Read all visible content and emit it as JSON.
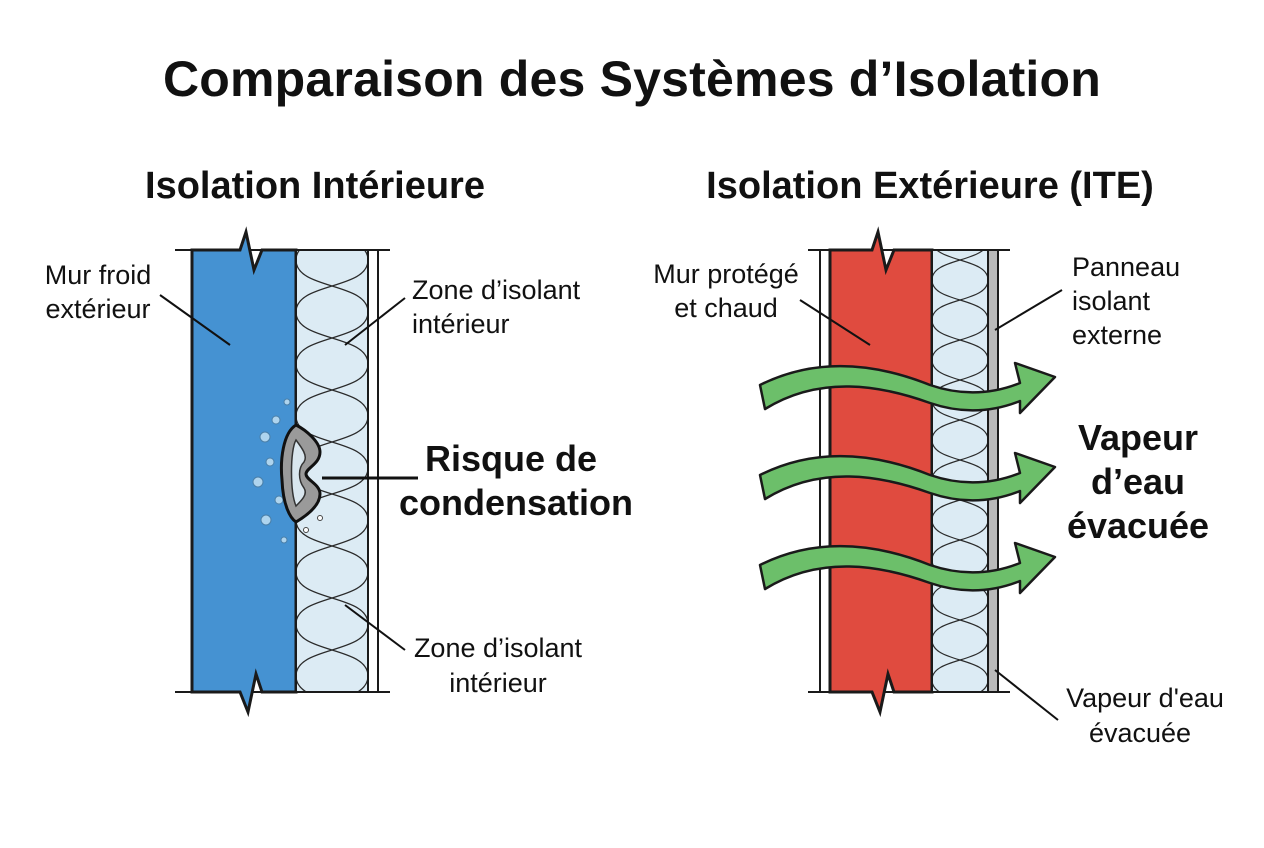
{
  "title": "Comparaison des Systèmes d’Isolation",
  "colors": {
    "cold_wall": "#4592d2",
    "warm_wall": "#e04b3f",
    "insulation": "#dcebf4",
    "vapor_arrow": "#6cbf6a",
    "outline": "#1a1a1a"
  },
  "left_panel": {
    "title": "Isolation Intérieure",
    "labels": {
      "cold_wall": [
        "Mur froid",
        "extérieur"
      ],
      "insulation_top": [
        "Zone d’isolant",
        "intérieur"
      ],
      "condensation": [
        "Risque de",
        "condensation"
      ],
      "insulation_bottom": [
        "Zone d’isolant",
        "intérieur"
      ]
    }
  },
  "right_panel": {
    "title": "Isolation Extérieure (ITE)",
    "labels": {
      "warm_wall": [
        "Mur protégé",
        "et chaud"
      ],
      "panel": [
        "Panneau",
        "isolant",
        "externe"
      ],
      "vapor_main": [
        "Vapeur",
        "d’eau",
        "évacuée"
      ],
      "vapor_bottom": [
        "Vapeur d'eau",
        "évacuée"
      ]
    },
    "vapor_arrow_count": 3
  }
}
